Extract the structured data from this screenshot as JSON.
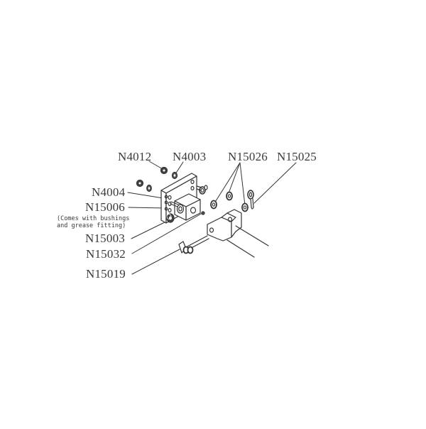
{
  "diagram": {
    "type": "exploded-parts-diagram",
    "colors": {
      "background": "#ffffff",
      "line": "#333333",
      "text": "#3a3a3a"
    },
    "labels": [
      {
        "id": "n4012",
        "text": "N4012"
      },
      {
        "id": "n4003",
        "text": "N4003"
      },
      {
        "id": "n15026",
        "text": "N15026"
      },
      {
        "id": "n15025",
        "text": "N15025"
      },
      {
        "id": "n4004",
        "text": "N4004"
      },
      {
        "id": "n15006",
        "text": "N15006"
      },
      {
        "id": "n15003",
        "text": "N15003"
      },
      {
        "id": "n15032",
        "text": "N15032"
      },
      {
        "id": "n15019",
        "text": "N15019"
      }
    ],
    "note": {
      "line1": "(Comes with bushings",
      "line2": "and grease fitting)"
    }
  }
}
